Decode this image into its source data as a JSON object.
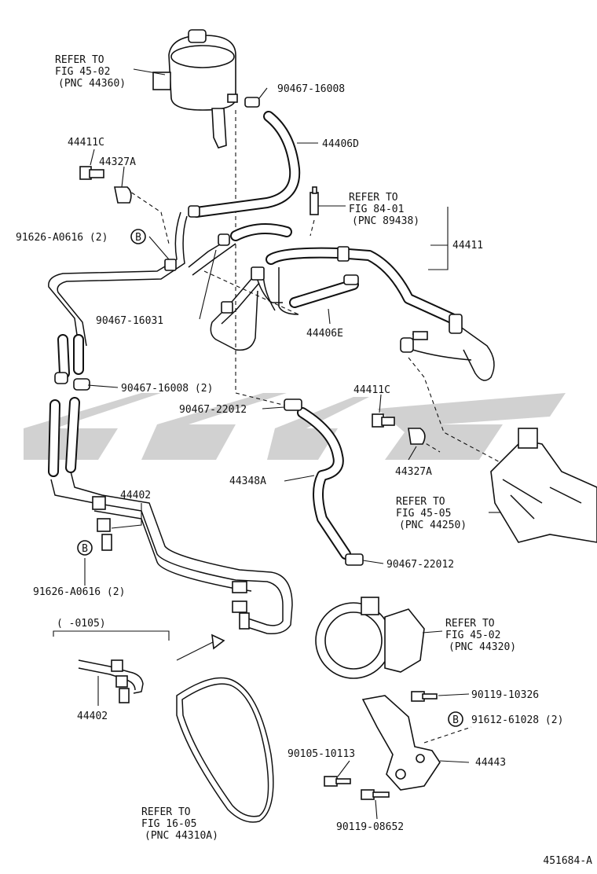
{
  "diagram": {
    "callouts": {
      "refer_reservoir": [
        "REFER TO",
        "FIG 45-02",
        "(PNC 44360)"
      ],
      "refer_sensor": [
        "REFER TO",
        "FIG 84-01",
        "(PNC 89438)"
      ],
      "refer_gear": [
        "REFER TO",
        "FIG 45-05",
        "(PNC 44250)"
      ],
      "refer_pump": [
        "REFER TO",
        "FIG 45-02",
        "(PNC 44320)"
      ],
      "refer_belt": [
        "REFER TO",
        "FIG 16-05",
        "(PNC 44310A)"
      ]
    },
    "parts": {
      "p1": "90467-16008",
      "p2": "44406D",
      "p3": "44411C",
      "p4": "44327A",
      "p5": "44411",
      "p6": "91626-A0616 (2)",
      "p7": "90467-16031",
      "p8": "44406E",
      "p9": "90467-16008 (2)",
      "p10": "90467-22012",
      "p11": "44411C",
      "p12": "44327A",
      "p13": "44402",
      "p14": "44348A",
      "p15": "91626-A0616 (2)",
      "p16": "90467-22012",
      "p17": "( -0105)",
      "p18": "44402",
      "p19": "90119-10326",
      "p20": "91612-61028 (2)",
      "p21": "90105-10113",
      "p22": "44443",
      "p23": "90119-08652"
    },
    "markers": {
      "b1": "B",
      "b2": "B",
      "b3": "B"
    },
    "figure_code": "451684-A"
  }
}
